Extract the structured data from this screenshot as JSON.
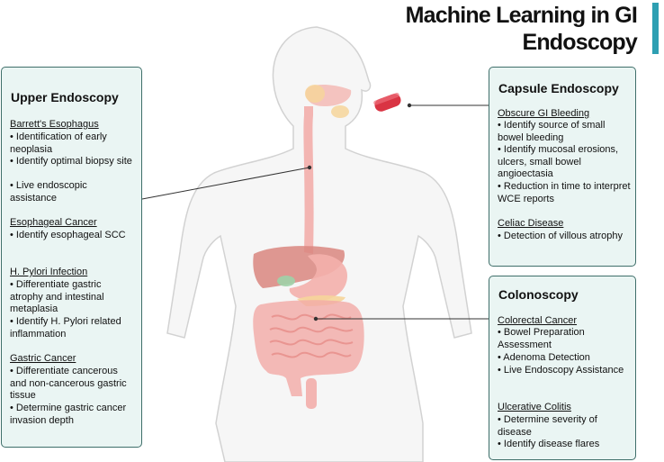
{
  "title": {
    "line1": "Machine Learning in GI",
    "line2": "Endoscopy",
    "accent_color": "#2e9fb2"
  },
  "colors": {
    "panel_fill": "#eaf5f3",
    "panel_border": "#3f6f6a",
    "body_outline": "#cfcfcf",
    "organ_tint": "#f4a8a2"
  },
  "upper_endoscopy": {
    "title": "Upper Endoscopy",
    "sections": [
      {
        "heading": "Barrett's Esophagus",
        "items": [
          "• Identification of early neoplasia",
          "• Identify optimal biopsy site",
          "• Live endoscopic assistance"
        ]
      },
      {
        "heading": "Esophageal Cancer",
        "items": [
          "• Identify esophageal SCC"
        ]
      },
      {
        "heading": "H. Pylori Infection",
        "items": [
          "• Differentiate gastric atrophy and intestinal metaplasia",
          "• Identify H. Pylori related inflammation"
        ]
      },
      {
        "heading": "Gastric Cancer",
        "items": [
          "• Differentiate cancerous and non-cancerous gastric tissue",
          "• Determine gastric cancer invasion depth"
        ]
      }
    ]
  },
  "capsule_endoscopy": {
    "title": "Capsule Endoscopy",
    "sections": [
      {
        "heading": "Obscure GI Bleeding",
        "items": [
          "• Identify source of small bowel bleeding",
          "• Identify mucosal erosions, ulcers, small bowel angioectasia",
          "• Reduction in time to interpret WCE reports"
        ]
      },
      {
        "heading": "Celiac Disease",
        "items": [
          "• Detection of villous atrophy"
        ]
      }
    ]
  },
  "colonoscopy": {
    "title": "Colonoscopy",
    "sections": [
      {
        "heading": "Colorectal Cancer",
        "items": [
          "• Bowel Preparation Assessment",
          "• Adenoma Detection",
          "• Live Endoscopy Assistance"
        ]
      },
      {
        "heading": "Ulcerative Colitis",
        "items": [
          "• Determine severity of disease",
          "• Identify disease flares"
        ]
      }
    ]
  }
}
